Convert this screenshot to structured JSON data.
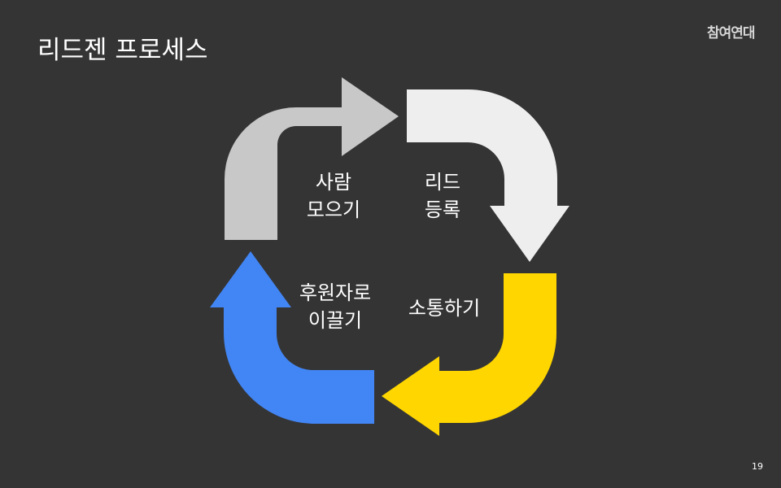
{
  "slide": {
    "title": "리드젠 프로세스",
    "logo_text": "참여연대",
    "page_number": "19"
  },
  "diagram": {
    "steps": [
      {
        "line1": "사람",
        "line2": "모으기",
        "color": "#c8c8c8"
      },
      {
        "line1": "리드",
        "line2": "등록",
        "color": "#eeeeee"
      },
      {
        "line1": "소통하기",
        "line2": "",
        "color": "#ffd600"
      },
      {
        "line1": "후원자로",
        "line2": "이끌기",
        "color": "#4285f4"
      }
    ]
  }
}
